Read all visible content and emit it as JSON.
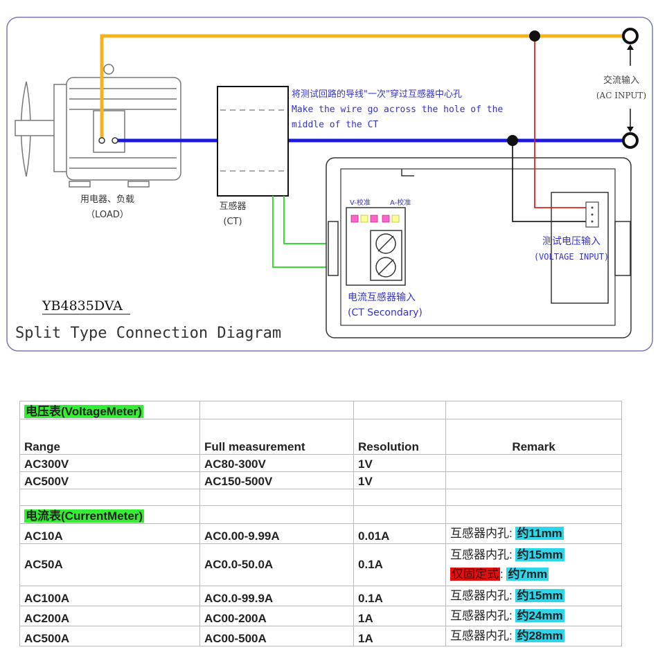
{
  "diagram": {
    "model": "YB4835DVA",
    "title": "Split Type Connection Diagram",
    "ct_note_cn": "将测试回路的导线\"一次\"穿过互感器中心孔",
    "ct_note_en_1": "Make the wire go across the hole of the",
    "ct_note_en_2": "middle of the CT",
    "ac_input_cn": "交流输入",
    "ac_input_en": "(AC INPUT)",
    "load_cn": "用电器、负载",
    "load_en": "（LOAD）",
    "ct_cn": "互感器",
    "ct_en": "(CT)",
    "v_cal": "V-校准",
    "a_cal": "A-校准",
    "voltage_input_cn": "测试电压输入",
    "voltage_input_en": "(VOLTAGE INPUT)",
    "ct_secondary_cn": "电流互感器输入",
    "ct_secondary_en": "(CT Secondary)",
    "colors": {
      "border": "#7777bb",
      "live_wire": "#f5b21b",
      "neutral_wire": "#1a1ae0",
      "ct_wire": "#33dd33",
      "red_wire": "#e02020",
      "text_blue": "#3333cc"
    }
  },
  "table": {
    "voltage_header": "电压表(VoltageMeter)",
    "headers": [
      "Range",
      "Full measurement",
      "Resolution",
      "Remark"
    ],
    "voltage_rows": [
      {
        "range": "AC300V",
        "full": "AC80-300V",
        "res": "1V"
      },
      {
        "range": "AC500V",
        "full": "AC150-500V",
        "res": "1V"
      }
    ],
    "current_header": "电流表(CurrentMeter)",
    "remark_label": "互感器内孔:",
    "fixed_label": "仅固定式",
    "current_rows": [
      {
        "range": "AC10A",
        "full": "AC0.00-9.99A",
        "res": "0.01A",
        "hole": "约11mm"
      },
      {
        "range": "AC50A",
        "full": "AC0.0-50.0A",
        "res": "0.1A",
        "hole": "约15mm",
        "fixed": "约7mm"
      },
      {
        "range": "AC100A",
        "full": "AC0.0-99.9A",
        "res": "0.1A",
        "hole": "约15mm"
      },
      {
        "range": "AC200A",
        "full": "AC00-200A",
        "res": "1A",
        "hole": "约24mm"
      },
      {
        "range": "AC500A",
        "full": "AC00-500A",
        "res": "1A",
        "hole": "约28mm"
      }
    ]
  }
}
